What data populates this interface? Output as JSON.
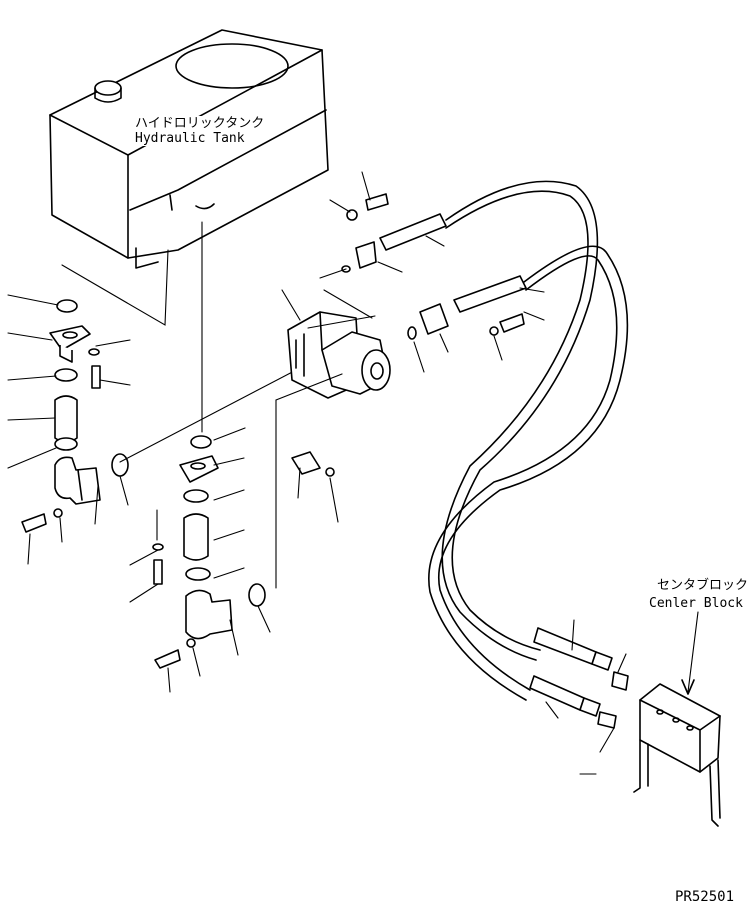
{
  "labels": {
    "hydraulic_tank_jp": "ハイドロリックタンク",
    "hydraulic_tank_en": "Hydraulic Tank",
    "center_block_jp": "センタブロック",
    "center_block_en": "Cenler Block"
  },
  "figure_code": "PR52501"
}
